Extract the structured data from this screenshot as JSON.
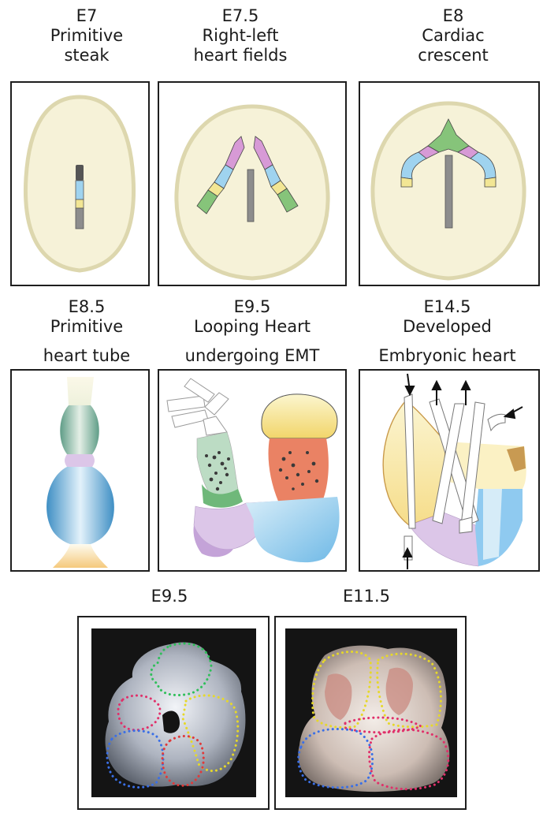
{
  "stages": [
    {
      "id": "e7",
      "age": "E7",
      "line1": "Primitive",
      "line2": "steak"
    },
    {
      "id": "e7_5",
      "age": "E7.5",
      "line1": "Right-left",
      "line2": "heart fields"
    },
    {
      "id": "e8",
      "age": "E8",
      "line1": "Cardiac",
      "line2": "crescent"
    },
    {
      "id": "e8_5",
      "age": "E8.5",
      "line1": "Primitive",
      "line2": "heart tube"
    },
    {
      "id": "e9_5",
      "age": "E9.5",
      "line1": "Looping Heart",
      "line2": "undergoing EMT"
    },
    {
      "id": "e14_5",
      "age": "E14.5",
      "line1": "Developed",
      "line2": "Embryonic heart"
    }
  ],
  "photos": [
    {
      "id": "photo_e9_5",
      "label": "E9.5"
    },
    {
      "id": "photo_e11_5",
      "label": "E11.5"
    }
  ],
  "colors": {
    "embryo_fill": "#f6f2d8",
    "embryo_edge": "#ddd7ae",
    "blue": "#9fd3ef",
    "yellow": "#f2e694",
    "green": "#86c47a",
    "pink": "#d79ad6",
    "gray": "#8d8d8d",
    "orange": "#ea8264",
    "lavender": "#dcc6e8",
    "photo_bg": "#141414"
  },
  "icons": [
    "arrow-icon"
  ]
}
